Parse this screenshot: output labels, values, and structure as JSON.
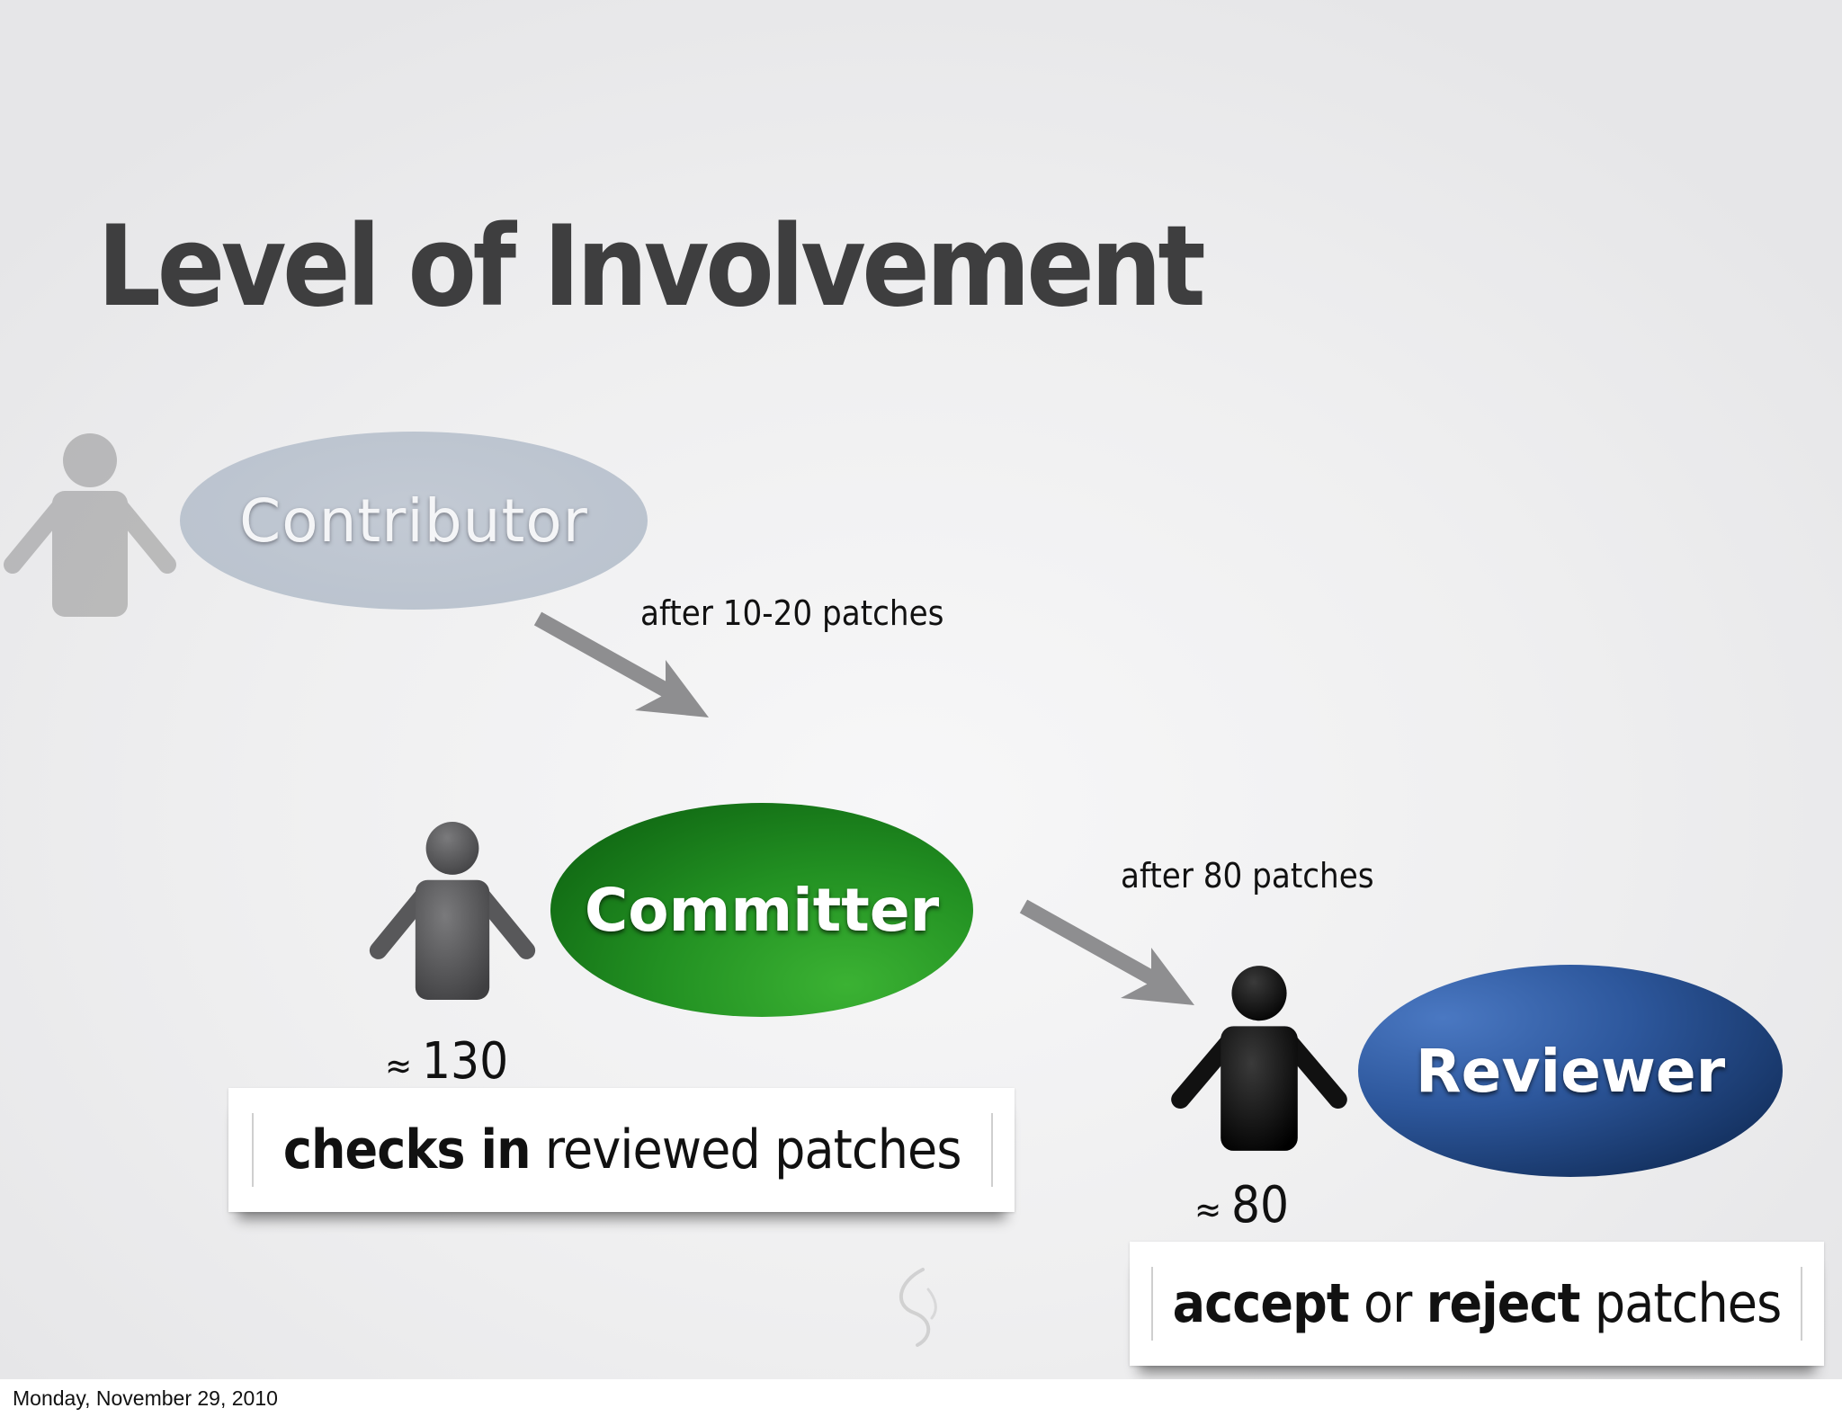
{
  "title": "Level of Involvement",
  "roles": {
    "contributor": {
      "label": "Contributor"
    },
    "committer": {
      "label": "Committer",
      "count_prefix": "≈",
      "count": "130",
      "description_bold": "checks in",
      "description_rest": " reviewed patches"
    },
    "reviewer": {
      "label": "Reviewer",
      "count_prefix": "≈",
      "count": "80",
      "description_bold_1": "accept",
      "description_mid": " or ",
      "description_bold_2": "reject",
      "description_rest": " patches"
    }
  },
  "transitions": [
    {
      "label": "after 10-20 patches"
    },
    {
      "label": "after 80 patches"
    }
  ],
  "footer": {
    "date": "Monday, November 29, 2010"
  },
  "colors": {
    "title": "#3e3e3f",
    "contributor": "#b8c1cd",
    "committer": "#229022",
    "reviewer": "#2d579c",
    "arrow": "#8e8e90"
  },
  "icons": {
    "person": "person-icon",
    "arrow": "arrow-down-right-icon",
    "watermark": "swirl-watermark-icon"
  }
}
